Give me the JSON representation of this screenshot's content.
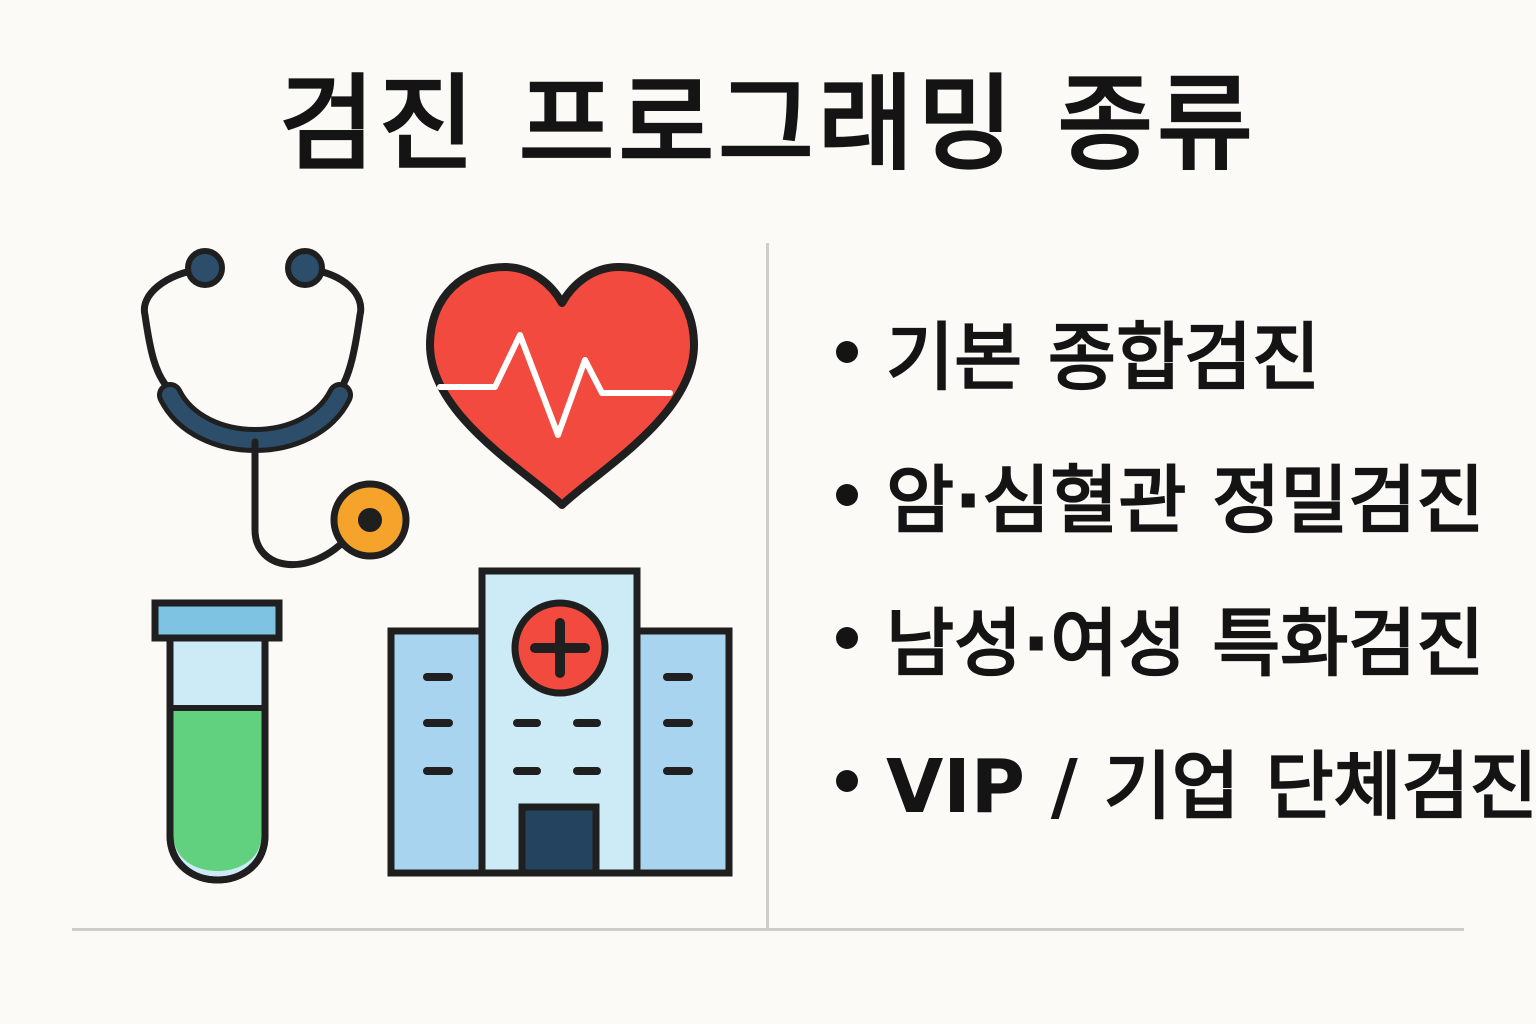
{
  "title": "검진 프로그래밍 종류",
  "icons": [
    "stethoscope-icon",
    "heart-pulse-icon",
    "test-tube-icon",
    "hospital-building-icon"
  ],
  "colors": {
    "outline": "#1f1f1f",
    "heart": "#f24a3f",
    "tube_liquid": "#62d17f",
    "tube_cap": "#7ec3e2",
    "building": "#a9d4ef",
    "stethoscope_tube": "#2c4e6b",
    "chestpiece": "#f5a32b"
  },
  "program_types": [
    {
      "label": "기본 종합검진"
    },
    {
      "label": "암·심혈관 정밀검진"
    },
    {
      "label": "남성·여성 특화검진"
    },
    {
      "label": "VIP / 기업 단체검진"
    }
  ]
}
